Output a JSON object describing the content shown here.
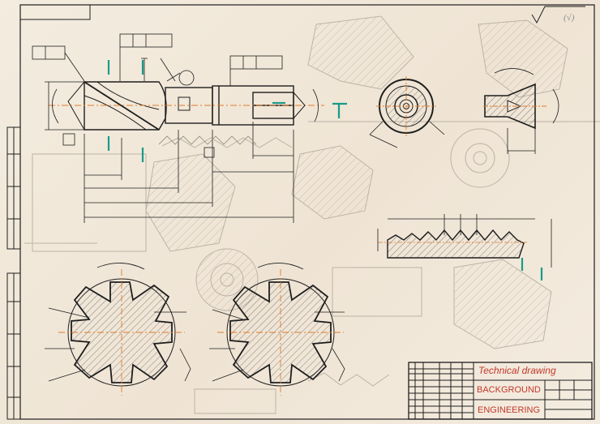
{
  "title_block": {
    "title": "Technical drawing",
    "line1": "BACKGROUND",
    "line2": "ENGINEERING"
  },
  "roughness_mark": "(√)",
  "colors": {
    "paper": "#f0e7d9",
    "line": "#1e1e1e",
    "ghost_line": "#b9b1a5",
    "accent_red": "#c0392b",
    "accent_teal": "#1a9a8a",
    "centerline": "#e07b2a"
  }
}
